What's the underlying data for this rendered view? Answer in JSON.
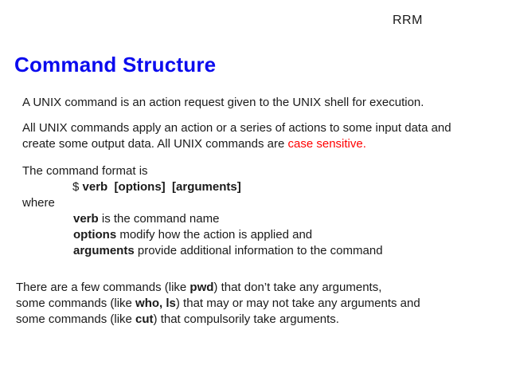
{
  "slide": {
    "header_label": "RRM",
    "title": "Command Structure",
    "colors": {
      "title_blue": "#0b0bee",
      "red": "#ff0000",
      "body_text": "#1a1a1a"
    },
    "lines": [
      {
        "runs": [
          {
            "t": "A UNIX command is an action request given to the UNIX shell for execution."
          }
        ]
      },
      {
        "runs": [
          {
            "t": "All UNIX commands apply an action or a series of actions to some input data and"
          }
        ]
      },
      {
        "runs": [
          {
            "t": "create some output data. All UNIX commands are "
          },
          {
            "t": "case sensitive.",
            "c": "red"
          }
        ]
      },
      {
        "runs": [
          {
            "t": "The command format is"
          }
        ]
      },
      {
        "runs": [
          {
            "t": "$ "
          },
          {
            "t": "verb  [options]  [arguments]",
            "b": true
          }
        ]
      },
      {
        "runs": [
          {
            "t": "where"
          }
        ]
      },
      {
        "runs": [
          {
            "t": "verb",
            "b": true
          },
          {
            "t": " is the command name"
          }
        ]
      },
      {
        "runs": [
          {
            "t": "options",
            "b": true
          },
          {
            "t": " modify how the action is applied and"
          }
        ]
      },
      {
        "runs": [
          {
            "t": "arguments",
            "b": true
          },
          {
            "t": " provide additional information to the command"
          }
        ]
      },
      {
        "runs": [
          {
            "t": "There are a few commands (like "
          },
          {
            "t": "pwd",
            "b": true
          },
          {
            "t": ") that don’t take any arguments,"
          }
        ]
      },
      {
        "runs": [
          {
            "t": "some commands (like "
          },
          {
            "t": "who, ls",
            "b": true
          },
          {
            "t": ") that may or may not take any arguments and"
          }
        ]
      },
      {
        "runs": [
          {
            "t": "some commands (like "
          },
          {
            "t": "cut",
            "b": true
          },
          {
            "t": ") that compulsorily take arguments."
          }
        ]
      }
    ]
  }
}
